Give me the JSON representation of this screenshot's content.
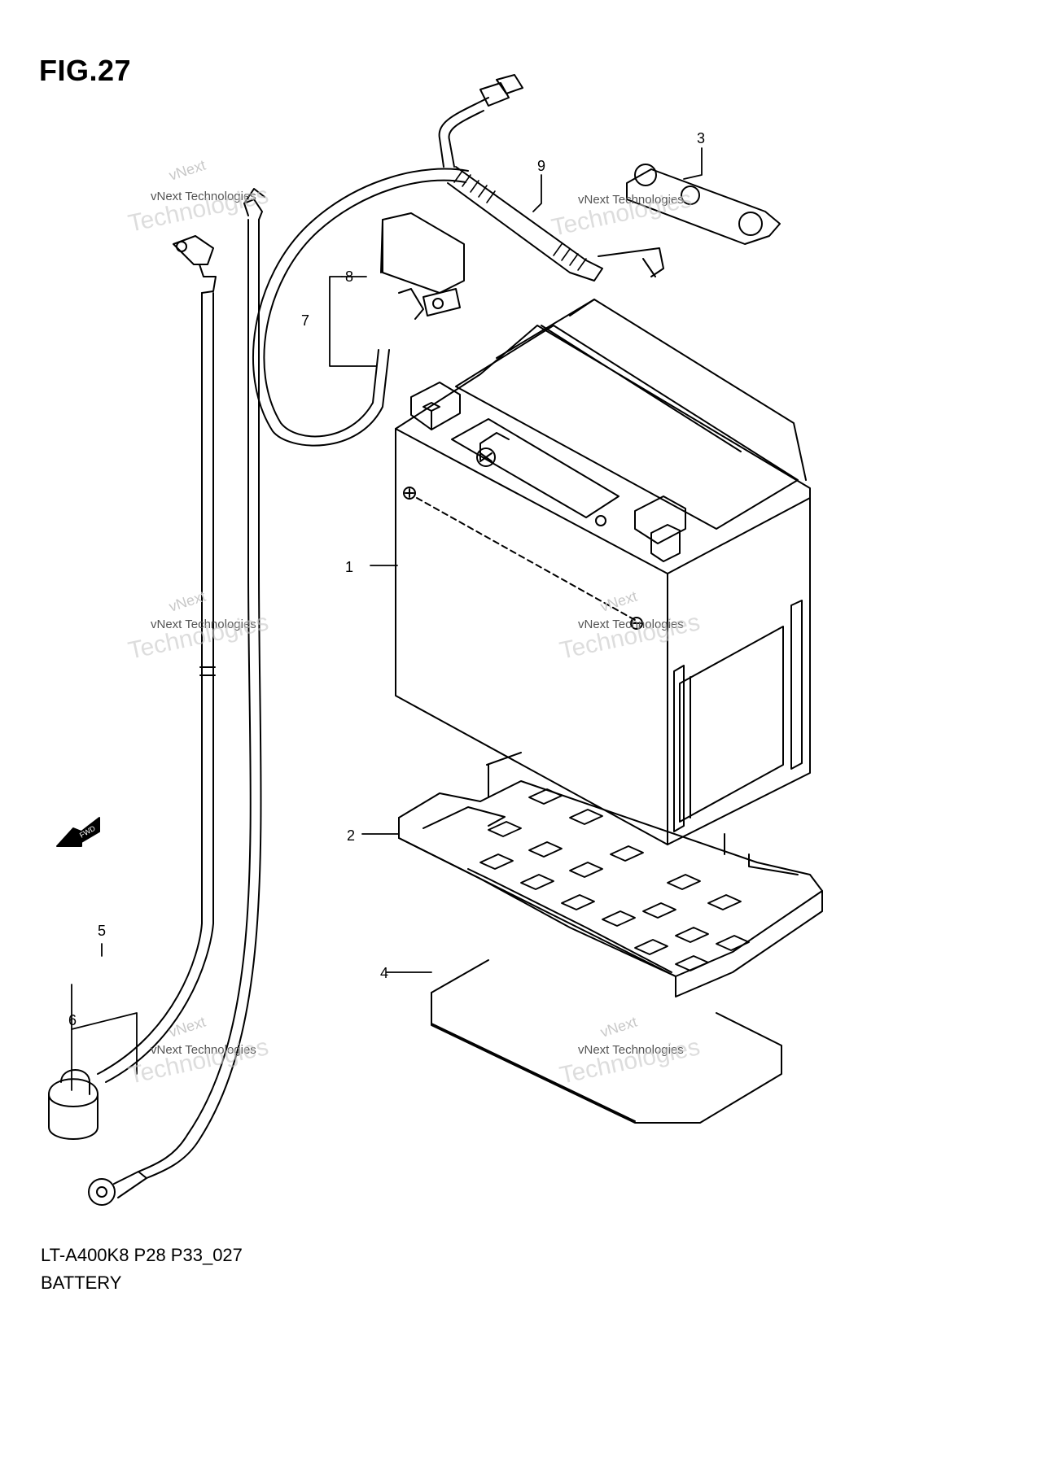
{
  "figure": {
    "title": "FIG.27"
  },
  "caption": {
    "model_code": "LT-A400K8 P28 P33_027",
    "name": "BATTERY"
  },
  "callouts": [
    {
      "id": "callout-1",
      "number": "1"
    },
    {
      "id": "callout-2",
      "number": "2"
    },
    {
      "id": "callout-3",
      "number": "3"
    },
    {
      "id": "callout-4",
      "number": "4"
    },
    {
      "id": "callout-5",
      "number": "5"
    },
    {
      "id": "callout-6",
      "number": "6"
    },
    {
      "id": "callout-7",
      "number": "7"
    },
    {
      "id": "callout-8",
      "number": "8"
    },
    {
      "id": "callout-9",
      "number": "9"
    }
  ],
  "direction_marker": "FWD",
  "watermark": {
    "line1": "vNext",
    "line2": "vNext Technologies",
    "line3": "Technologies"
  }
}
